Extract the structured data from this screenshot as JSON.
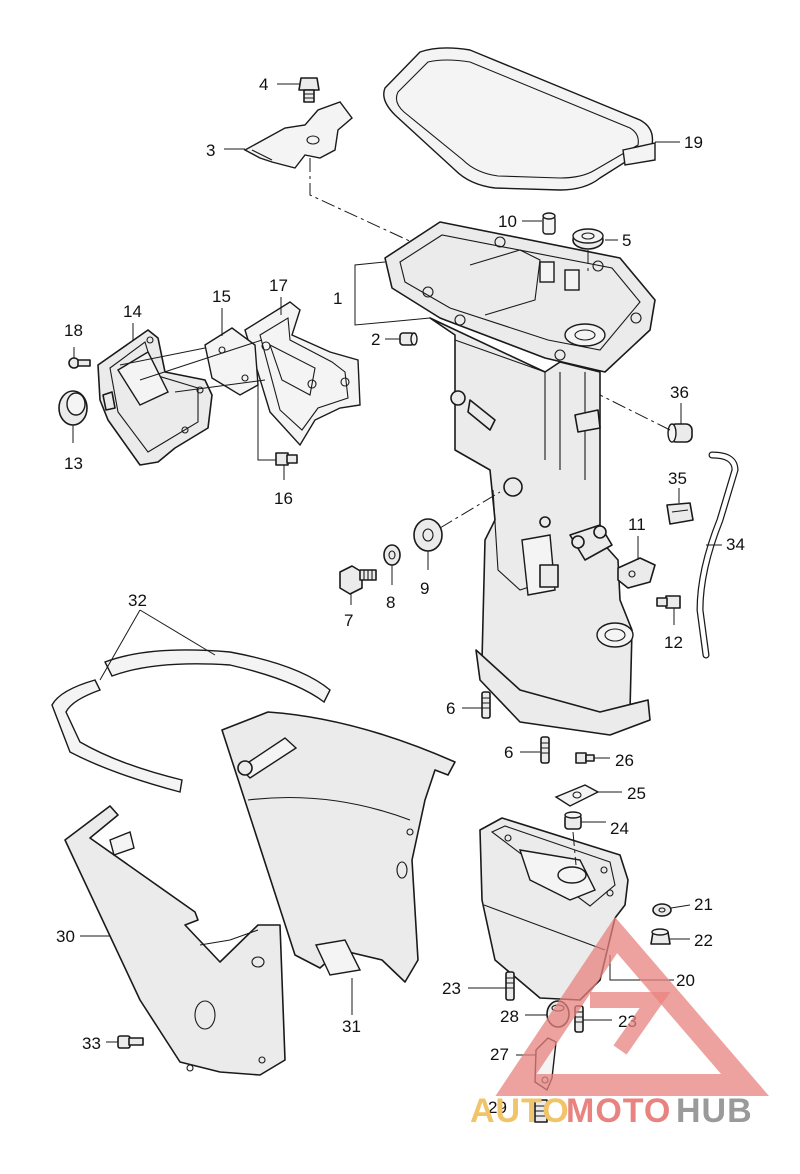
{
  "diagram": {
    "callouts": [
      "1",
      "2",
      "3",
      "4",
      "5",
      "6",
      "6",
      "7",
      "8",
      "9",
      "10",
      "11",
      "12",
      "13",
      "14",
      "15",
      "16",
      "17",
      "18",
      "19",
      "20",
      "21",
      "22",
      "23",
      "23",
      "24",
      "25",
      "26",
      "27",
      "28",
      "29",
      "30",
      "31",
      "32",
      "33",
      "34",
      "35",
      "36"
    ]
  },
  "watermark": {
    "text_part1": "AUTO",
    "text_part2": "MOTO",
    "text_part3": "HUB",
    "colors": {
      "auto": "#f2c46a",
      "moto": "#e8837f",
      "hub": "#9a9a9a",
      "triangle": "#e8837f"
    }
  }
}
